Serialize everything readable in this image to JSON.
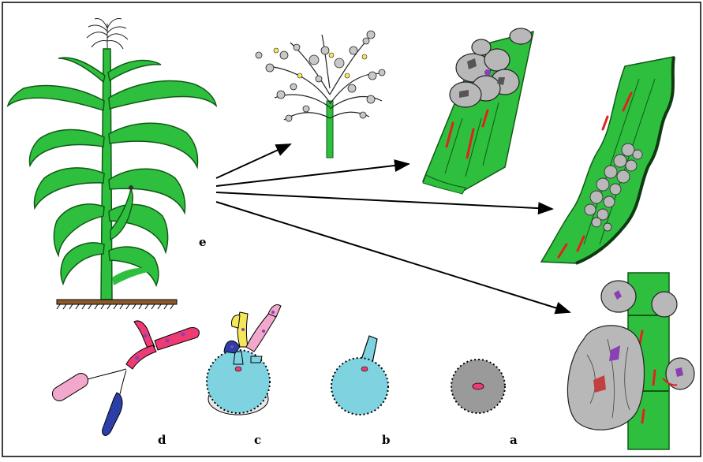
{
  "labels": {
    "a": "a",
    "b": "b",
    "c": "c",
    "d": "d",
    "e": "e"
  },
  "colors": {
    "leaf": "#2fbf3f",
    "leaf_dark": "#0f5a14",
    "gall": "#b8b8b8",
    "spore_cyan": "#7fd3e0",
    "hypha_pink": "#ef3b74",
    "hypha_blue": "#2c3fa8",
    "hypha_light_pink": "#f2a8cc",
    "hypha_yellow": "#f4e85a",
    "lesion_red": "#e32020",
    "purple": "#8a3fb5",
    "soil": "#8b5a2b"
  }
}
